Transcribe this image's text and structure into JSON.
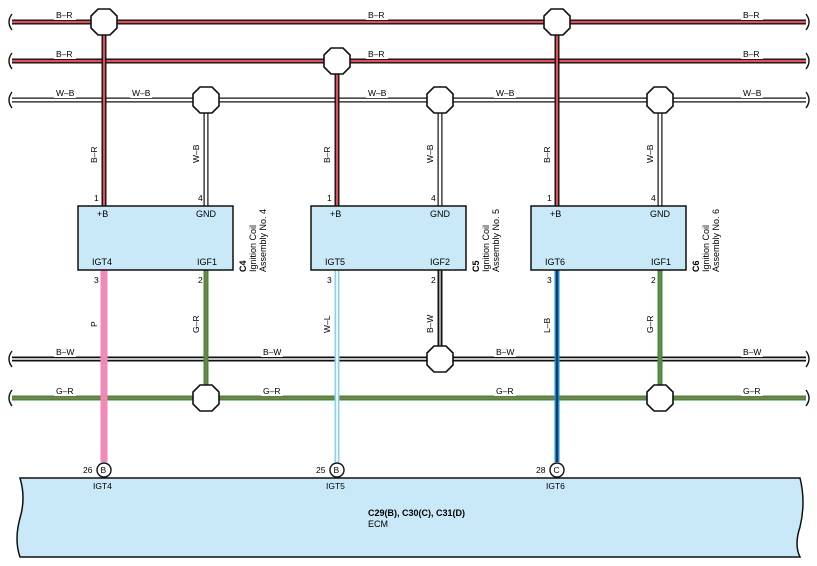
{
  "buses": {
    "br1": {
      "labels": [
        "B–R",
        "B–R",
        "B–R"
      ]
    },
    "br2": {
      "labels": [
        "B–R",
        "B–R",
        "B–R"
      ]
    },
    "wb": {
      "labels": [
        "W–B",
        "W–B",
        "W–B",
        "W–B",
        "W–B"
      ]
    },
    "bw": {
      "labels": [
        "B–W",
        "B–W",
        "B–W",
        "B–W"
      ]
    },
    "gr": {
      "labels": [
        "G–R",
        "G–R",
        "G–R",
        "G–R"
      ]
    }
  },
  "coils": [
    {
      "code": "C4",
      "name_line1": "Ignition Coil",
      "name_line2": "Assembly No.  4",
      "tl": "+B",
      "tr": "GND",
      "bl": "IGT4",
      "br": "IGF1",
      "pin_tl": "1",
      "pin_tr": "4",
      "pin_bl": "3",
      "pin_br": "2",
      "wire_top_l": "B–R",
      "wire_top_r": "W–B",
      "wire_bot_l": "P",
      "wire_bot_r": "G–R"
    },
    {
      "code": "C5",
      "name_line1": "Ignition Coil",
      "name_line2": "Assembly No.  5",
      "tl": "+B",
      "tr": "GND",
      "bl": "IGT5",
      "br": "IGF2",
      "pin_tl": "1",
      "pin_tr": "4",
      "pin_bl": "3",
      "pin_br": "2",
      "wire_top_l": "B–R",
      "wire_top_r": "W–B",
      "wire_bot_l": "W–L",
      "wire_bot_r": "B–W"
    },
    {
      "code": "C6",
      "name_line1": "Ignition Coil",
      "name_line2": "Assembly No.  6",
      "tl": "+B",
      "tr": "GND",
      "bl": "IGT6",
      "br": "IGF1",
      "pin_tl": "1",
      "pin_tr": "4",
      "pin_bl": "3",
      "pin_br": "2",
      "wire_top_l": "B–R",
      "wire_top_r": "W–B",
      "wire_bot_l": "L–B",
      "wire_bot_r": "G–R"
    }
  ],
  "ecm": {
    "connectors": "C29(B), C30(C), C31(D)",
    "name": "ECM",
    "pins": [
      {
        "num": "26",
        "conn": "B",
        "label": "IGT4"
      },
      {
        "num": "25",
        "conn": "B",
        "label": "IGT5"
      },
      {
        "num": "28",
        "conn": "C",
        "label": "IGT6"
      }
    ]
  },
  "colors": {
    "black": "#111111",
    "red": "#e0505a",
    "pink": "#f28ab8",
    "green": "#1e9e3a",
    "blue": "#1a88d8",
    "light_blue": "#8ed0ec",
    "box_fill": "#c9e8f8",
    "ecm_fill": "#c9e8f8"
  }
}
